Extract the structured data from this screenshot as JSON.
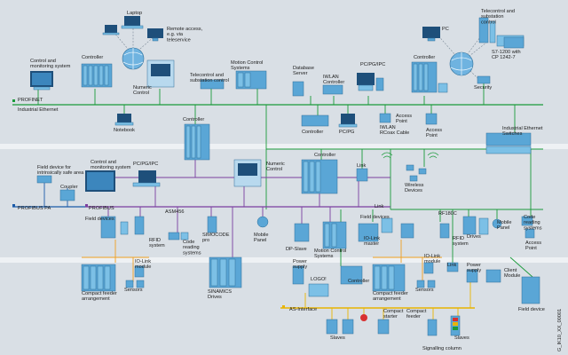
{
  "figure_id": "G_IK10_XX_00001",
  "labels": {
    "laptop": "Laptop",
    "remote_access": [
      "Remote access,",
      "e.g. via",
      "teleservice"
    ],
    "telecontrol_top": [
      "Telecontrol and",
      "substation",
      "control"
    ],
    "pc_top": "PC",
    "s7_1200": [
      "S7-1200 with",
      "CP 1242-7"
    ],
    "control_monitoring_1": [
      "Control and",
      "monitoring system"
    ],
    "controller_1": "Controller",
    "numeric_control_1": [
      "Numeric",
      "Control"
    ],
    "telecontrol_mid": [
      "Telecontrol and",
      "substation control"
    ],
    "motion_control_1": [
      "Motion Control",
      "Systems"
    ],
    "database_server": [
      "Database",
      "Server"
    ],
    "iwlan_controller": [
      "IWLAN",
      "Controller"
    ],
    "pcpgipc_1": "PC/PG/IPC",
    "controller_2": "Controller",
    "security": "Security",
    "profinet": "PROFINET",
    "industrial_ethernet": "Industrial Ethernet",
    "notebook": "Notebook",
    "controller_3": "Controller",
    "pcpg_1": "PC/PG",
    "iwlan_rcoax": [
      "IWLAN",
      "RCoax Cable"
    ],
    "access_point_1": [
      "Access",
      "Point"
    ],
    "access_point_2": [
      "Access",
      "Point"
    ],
    "ie_switches": [
      "Industrial Ethernet",
      "Switches"
    ],
    "controller_4": "Controller",
    "field_device_safe": [
      "Field device for",
      "intrinsically safe area"
    ],
    "control_monitoring_2": [
      "Control and",
      "monitoring system"
    ],
    "pcpgipc_2": "PC/PG/IPC",
    "numeric_control_2": [
      "Numeric",
      "Control"
    ],
    "controller_5": "Controller",
    "link_1": "Link",
    "wireless_devices": [
      "Wireless",
      "Devices"
    ],
    "coupler": "Coupler",
    "profibus_pa": "PROFIBUS PA",
    "profibus": "PROFIBUS",
    "asm456": "ASM456",
    "link_2": "Link",
    "field_devices_1": "Field devices",
    "field_devices_2": "Field devices",
    "rf180c": "RF180C",
    "rfid_system_1": [
      "RFID",
      "system"
    ],
    "code_reading_1": [
      "Code",
      "reading",
      "systems"
    ],
    "simocode_pro": [
      "SIMOCODE",
      "pro"
    ],
    "mobile_panel_1": [
      "Mobile",
      "Panel"
    ],
    "dp_slave": "DP-Slave",
    "motion_control_2": [
      "Motion Control",
      "Systems"
    ],
    "iolink_master": [
      "IO-Link",
      "master"
    ],
    "rfid_system_2": [
      "RFID",
      "system"
    ],
    "drives": "Drives",
    "mobile_panel_2": [
      "Mobile",
      "Panel"
    ],
    "code_reading_2": [
      "Code",
      "reading",
      "systems"
    ],
    "access_point_3": [
      "Access",
      "Point"
    ],
    "iolink_module_1": [
      "IO-Link",
      "module"
    ],
    "compact_feeder_1": [
      "Compact feeder",
      "arrangement"
    ],
    "sensors_1": "Sensors",
    "sinamics": [
      "SINAMICS",
      "Drives"
    ],
    "power_supply_1": [
      "Power",
      "supply"
    ],
    "logo": "LOGO!",
    "controller_6": "Controller",
    "compact_feeder_2": [
      "Compact feeder",
      "arrangement"
    ],
    "sensors_2": "Sensors",
    "iolink_module_2": [
      "IO-Link",
      "module"
    ],
    "link_3": "Link",
    "power_supply_2": [
      "Power",
      "supply"
    ],
    "client_module": [
      "Client",
      "Module"
    ],
    "as_interface": "AS-Interface",
    "compact_starter": [
      "Compact",
      "starter"
    ],
    "compact_feeder_3": [
      "Compact",
      "feeder"
    ],
    "slaves_1": "Slaves",
    "slaves_2": "Slaves",
    "signalling_column": "Signalling column",
    "field_device": "Field device"
  },
  "colors": {
    "background": "#d9dfe5",
    "band": "#eef1f4",
    "profinet": "#1a9a3a",
    "profibus": "#7b3fa0",
    "profibus_pa": "#1a5aa8",
    "as_interface": "#e8b400",
    "io_link": "#f0a020",
    "device": "#5aa6d6"
  }
}
